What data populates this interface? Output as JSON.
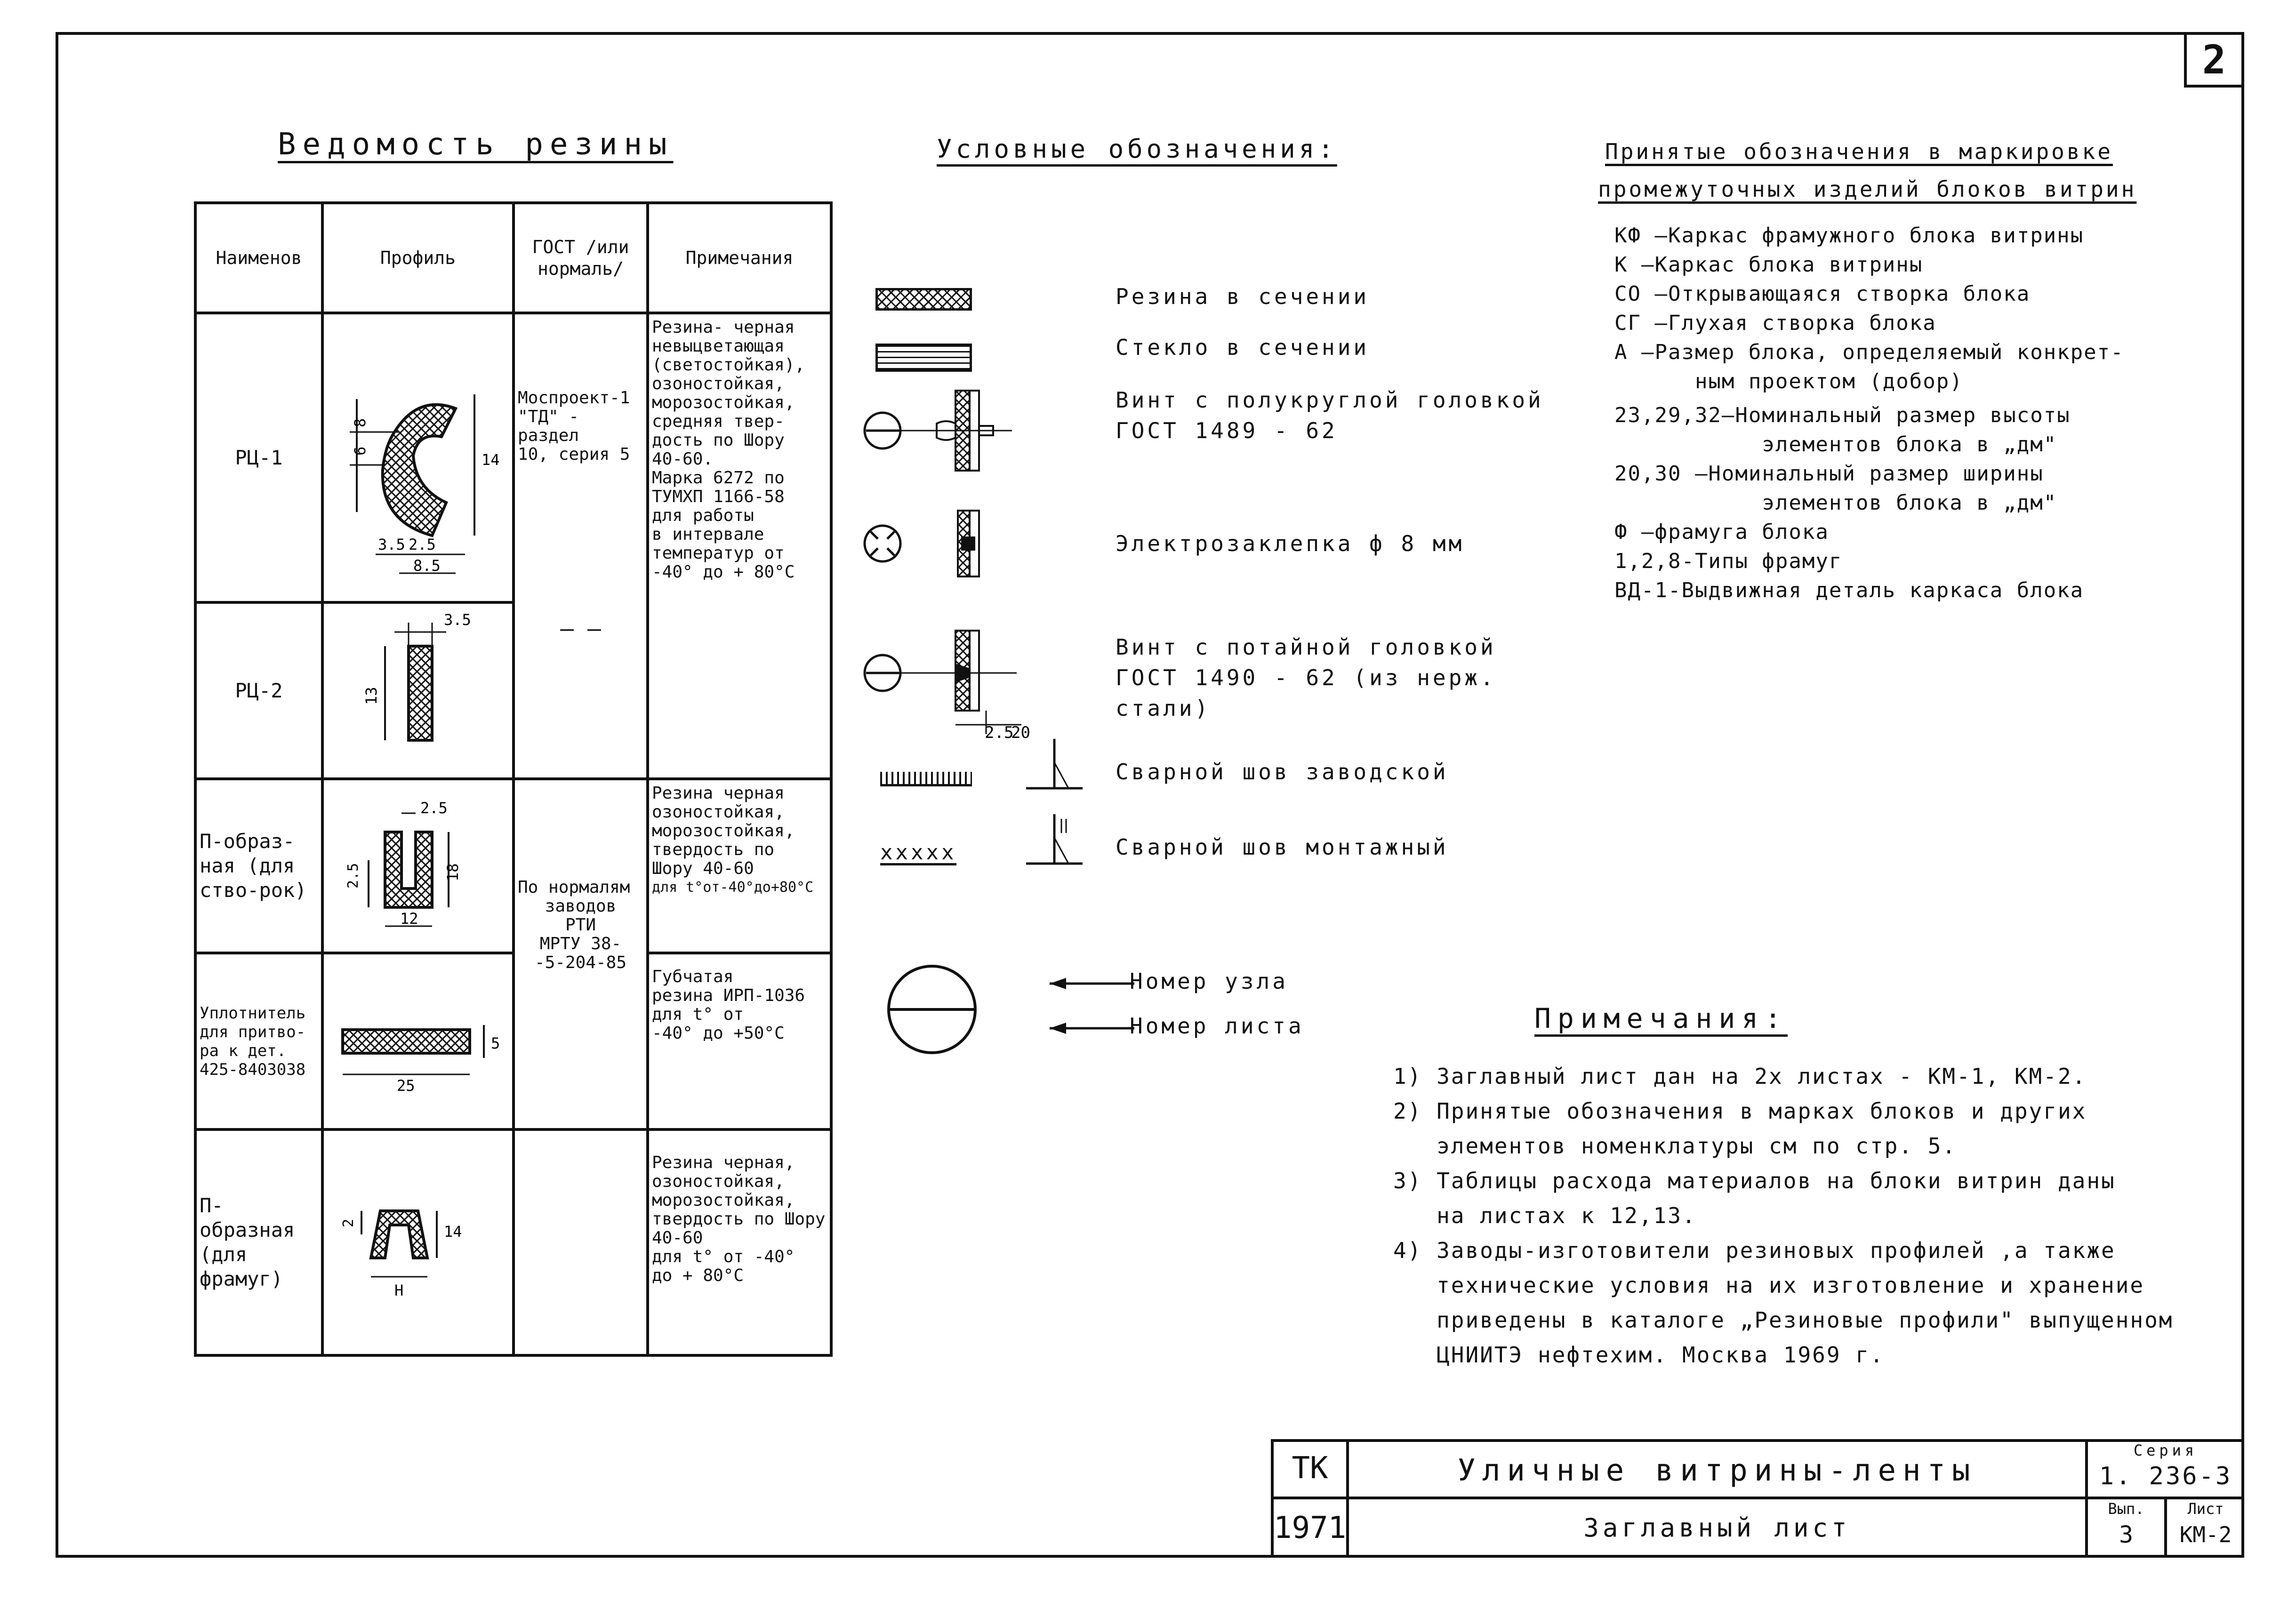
{
  "sheet_number": "2",
  "rubber_sheet": {
    "title": "Ведомость резины",
    "headers": [
      "Наименов",
      "Профиль",
      "ГОСТ /или нормаль/",
      "Примечания"
    ],
    "rows": [
      {
        "name": "РЦ-1",
        "dims": [
          "8",
          "6",
          "14",
          "3.5",
          "2.5",
          "8.5"
        ]
      },
      {
        "name": "РЦ-2",
        "dims": [
          "3.5",
          "13"
        ]
      },
      {
        "name": "П-образ-ная (для ство-рок)",
        "dims": [
          "2.5",
          "2.5",
          "18",
          "12"
        ]
      },
      {
        "name": "Уплотнитель для притво-ра к дет. 425-8403038",
        "dims": [
          "5",
          "25"
        ]
      },
      {
        "name": "П-образная (для фрамуг)",
        "dims": [
          "2",
          "14",
          "H"
        ]
      }
    ],
    "gost_a": [
      "Моспроект-1",
      "\"ТД\" - раздел",
      "10, серия 5"
    ],
    "gost_a_dash": "— —",
    "gost_b": [
      "По нормалям",
      "заводов",
      "РТИ",
      "МРТУ 38-",
      "-5-204-85"
    ],
    "note_a": [
      "Резина- черная",
      "невыцветающая",
      "(светостойкая),",
      "озоностойкая,",
      "морозостойкая,",
      "средняя твер-",
      "дость по Шору",
      "40-60.",
      "Марка 6272 по",
      "ТУМХП 1166-58",
      "для работы",
      "в интервале",
      "температур от",
      "-40° до + 80°С"
    ],
    "note_b": [
      "Резина черная",
      "озоностойкая,",
      "морозостойкая,",
      "твердость по",
      "Шору 40-60",
      "для t°от-40°до+80°С"
    ],
    "note_c": [
      "Губчатая",
      "резина ИРП-1036",
      "для t° от",
      "-40° до +50°С"
    ],
    "note_d": [
      "Резина черная,",
      "озоностойкая,",
      "морозостойкая,",
      "твердость по Шору",
      "40-60",
      "для t° от -40°",
      "до + 80°С"
    ]
  },
  "legend": {
    "title": "Условные обозначения:",
    "items": [
      {
        "label": [
          "Резина в сечении"
        ],
        "icon": "rubber-section"
      },
      {
        "label": [
          "Стекло в сечении"
        ],
        "icon": "glass-section"
      },
      {
        "label": [
          "Винт с полукруглой головкой",
          "ГОСТ 1489 - 62"
        ],
        "icon": "round-head-screw"
      },
      {
        "label": [
          "Электрозаклепка ф 8 мм"
        ],
        "icon": "electric-rivet"
      },
      {
        "label": [
          "Винт с потайной головкой",
          "ГОСТ 1490 - 62 (из нерж.",
          "стали)"
        ],
        "icon": "countersunk-screw",
        "dims": [
          "2.5",
          "20"
        ]
      },
      {
        "label": [
          "Сварной шов заводской"
        ],
        "icon": "factory-weld"
      },
      {
        "label": [
          "Сварной шов монтажный"
        ],
        "icon": "field-weld",
        "symbol": "xxxxx"
      }
    ],
    "node_number": "Номер узла",
    "sheet_number_label": "Номер листа"
  },
  "marking": {
    "title": [
      "Принятые обозначения в маркировке",
      "промежуточных изделий блоков витрин"
    ],
    "lines": [
      "КФ —Каркас фрамужного блока витрины",
      "К —Каркас блока витрины",
      "СО —Открывающаяся створка блока",
      "СГ —Глухая створка блока",
      "А —Размер блока, определяемый конкрет-",
      "      ным проектом (добор)",
      "23,29,32—Номинальный размер высоты",
      "           элементов блока в „дм\"",
      "20,30  —Номинальный размер ширины",
      "           элементов блока в „дм\"",
      "Ф —фрамуга блока",
      "1,2,8-Типы фрамуг",
      "ВД-1-Выдвижная деталь каркаса блока"
    ]
  },
  "notes": {
    "title": "Примечания:",
    "lines": [
      "1) Заглавный лист дан на 2х листах - КМ-1, КМ-2.",
      "2) Принятые обозначения в марках блоков и других",
      "   элементов номенклатуры см по стр. 5.",
      "3) Таблицы расхода материалов на блоки витрин даны",
      "   на листах к 12,13.",
      "4) Заводы-изготовители резиновых профилей ,а также",
      "   технические условия на их изготовление и хранение",
      "   приведены в каталоге „Резиновые профили\" выпущенном",
      "   ЦНИИТЭ нефтехим. Москва 1969 г."
    ]
  },
  "stamp": {
    "org": "ТК",
    "year": "1971",
    "title": "Уличные витрины-ленты",
    "subtitle": "Заглавный лист",
    "series_label": "Серия",
    "series_value": "1. 236-3",
    "issue_label": "Вып.",
    "issue_value": "3",
    "sheet_label": "Лист",
    "sheet_value": "КМ-2"
  }
}
